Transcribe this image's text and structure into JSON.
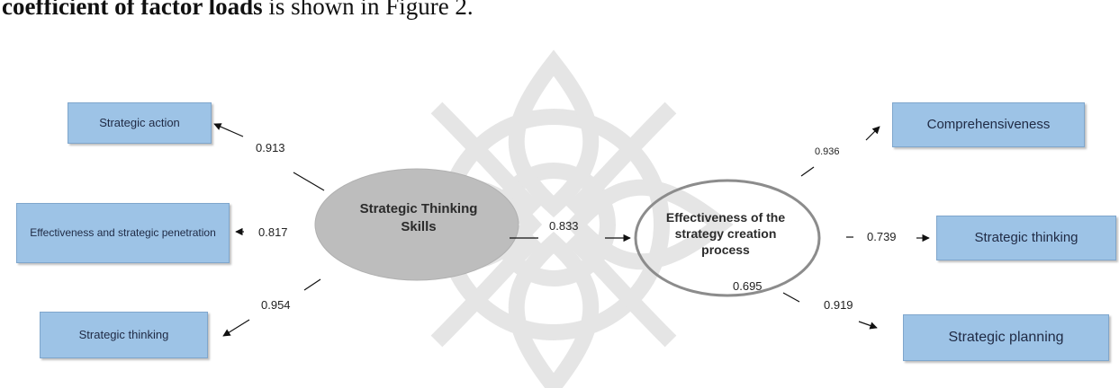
{
  "caption": {
    "bold": "coefficient of factor loads",
    "rest": " is shown in Figure 2."
  },
  "left_construct": "Strategic Thinking Skills",
  "right_construct": "Effectiveness of the strategy creation process",
  "left_indicators": [
    {
      "label": "Strategic action",
      "loading": "0.913"
    },
    {
      "label": "Effectiveness and strategic penetration",
      "loading": "0.817"
    },
    {
      "label": "Strategic thinking",
      "loading": "0.954"
    }
  ],
  "path_coefficient": "0.833",
  "right_indicators": [
    {
      "label": "Comprehensiveness",
      "loading": "0.936"
    },
    {
      "label": "Strategic thinking",
      "loading": "0.739"
    },
    {
      "label": "Strategic planning",
      "loading": "0.919"
    }
  ],
  "r_squared": "0.695",
  "colors": {
    "box_fill": "#9dc3e6",
    "box_border": "#7fa6cc",
    "left_ellipse": "#bfbfbf",
    "right_ellipse": "#8c8c8c",
    "watermark": "#e6e6e6"
  }
}
